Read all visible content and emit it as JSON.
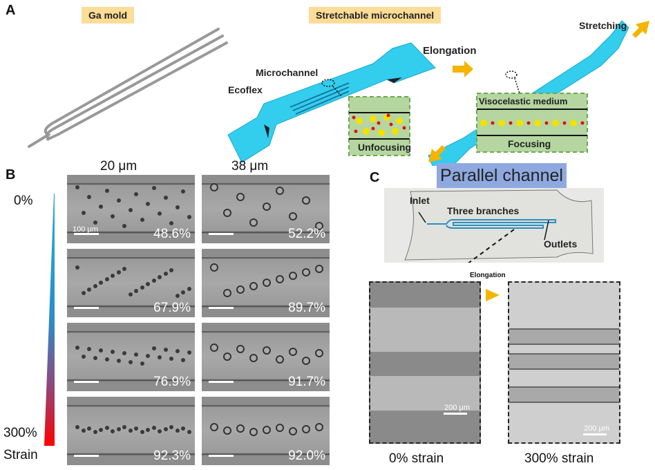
{
  "panels": {
    "a": "A",
    "b": "B",
    "c": "C"
  },
  "panel_a": {
    "ga_mold": "Ga mold",
    "stretchable": "Stretchable microchannel",
    "microchannel": "Microchannel",
    "ecoflex": "Ecoflex",
    "elongation": "Elongation",
    "stretching": "Stretching",
    "unfocusing": "Unfocusing",
    "visco": "Visocelastic medium",
    "focusing": "Focusing"
  },
  "panel_b": {
    "col1": "20 μm",
    "col2": "38 μm",
    "strain_top": "0%",
    "strain_bottom": "300%",
    "strain_label": "Strain",
    "scale": "100 μm",
    "col1_values": [
      "48.6%",
      "67.9%",
      "76.9%",
      "92.3%"
    ],
    "col2_values": [
      "52.2%",
      "89.7%",
      "91.7%",
      "92.0%"
    ]
  },
  "panel_c": {
    "title": "Parallel channel",
    "inlet": "Inlet",
    "branches": "Three branches",
    "outlets": "Outlets",
    "elongation": "Elongation",
    "scale": "200 μm",
    "cap_left": "0% strain",
    "cap_right": "300% strain"
  },
  "colors": {
    "device": "#33cdee",
    "tag": "#fcdc96",
    "green": "#b5d6a0",
    "title_blue": "#8fa9e0",
    "arrow": "#f4b400"
  }
}
